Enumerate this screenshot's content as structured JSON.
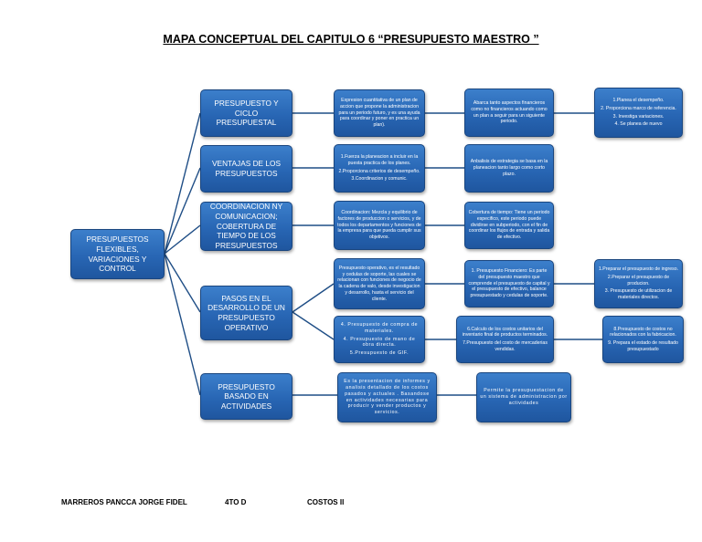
{
  "title": "MAPA  CONCEPTUAL  DEL CAPITULO 6 “PRESUPUESTO MAESTRO ”",
  "root": "PRESUPUESTOS FLEXIBLES, VARIACIONES Y CONTROL",
  "branches": [
    {
      "label": "PRESUPUESTO Y CICLO PRESUPUESTAL",
      "c1": [
        "Expresion cuantitativa de un plan de accion que propone la administracion para un periodo futuro, y es una ayuda para coordinar y poner en practica un plan)."
      ],
      "c2": [
        "Abarca tanto aspectos financieros como no financieros actuando como un plan a seguir para un siguiente periodo."
      ],
      "c3": [
        "1.Planea el desempeño.",
        "2. Proporciona marco de referencia.",
        "3. Investiga variaciones.",
        "4. Se planea de nuevo"
      ]
    },
    {
      "label": "VENTAJAS DE LOS PRESUPUESTOS",
      "c1": [
        "1.Fuerza la planeacion a incluir en la puesta practica de los planes.",
        "2.Proporciona criterios de desempeño.",
        "3.Coordinacion y comunic."
      ],
      "c2": [
        "Anbalisis de estrategia se basa en la planeacion tanto largo como corto plazo."
      ]
    },
    {
      "label": "COORDINACION NY COMUNICACION; COBERTURA DE TIEMPO DE LOS PRESUPUESTOS",
      "c1": [
        "Coordinacion: Mezcla y equilibrio de factores de produccion o servicios, y de todos los departamentos y funciones de la empresa para que pueda cumplir sus objetivos."
      ],
      "c2": [
        "Cobertura de tiempo: Tiene un periodo especifico, este periodo puede dividirse en subperiodo, con el fin de coordinar los flujos de entrada y salida de efectivo."
      ]
    },
    {
      "label": "PASOS EN EL DESARROLLO DE UN PRESUPUESTO OPERATIVO",
      "a1": [
        "Presupuesto operativo, es el resultado y cedulas de soporte, las cuales se relacionan con funciones de negocio de la cadena de valo, desde investigacion y desarrollo, hasta el servicio del cliente."
      ],
      "a2": [
        "1. Presupuesto Financiero: Es parte del presupuesto maestro que comprende el presupuesto de capital y el presupuesto de efectivo, balance presupuestado y cedulas de soporte."
      ],
      "a3": [
        "1.Preparar el presupuesto de ingreso.",
        "2.Preparar el presupuesto de producion.",
        "3. Presupuesto de utilizacion de materiales directos."
      ],
      "b1": [
        "4. Presupuesto de compra de materiales.",
        "4. Presupuesto de mano de obra directa.",
        "5.Presupuesto de GIF."
      ],
      "b2": [
        "6.Calculo de los costos unitarios del inventario final de productos terminados.",
        "7.Presupuesto del costo de mercaderias vendidas."
      ],
      "b3": [
        "8.Presupuesto de costos no relacionados con la fabricacion.",
        "9. Prepara el estado de resultado presupuestado"
      ]
    },
    {
      "label": "PRESUPUESTO BASADO EN ACTIVIDADES",
      "c1": [
        "Es la presentacion de informes y analisis detallado de los costos pasados y actuales . Basandose en actividades necesarias para producir y vender productos y servicios."
      ],
      "c2": [
        "Permite la presupuestacion de un sistema de administracion por actividades"
      ]
    }
  ],
  "footer": {
    "author": "MARREROS  PANCCA  JORGE  FIDEL",
    "group": "4TO D",
    "course": "COSTOS II"
  }
}
